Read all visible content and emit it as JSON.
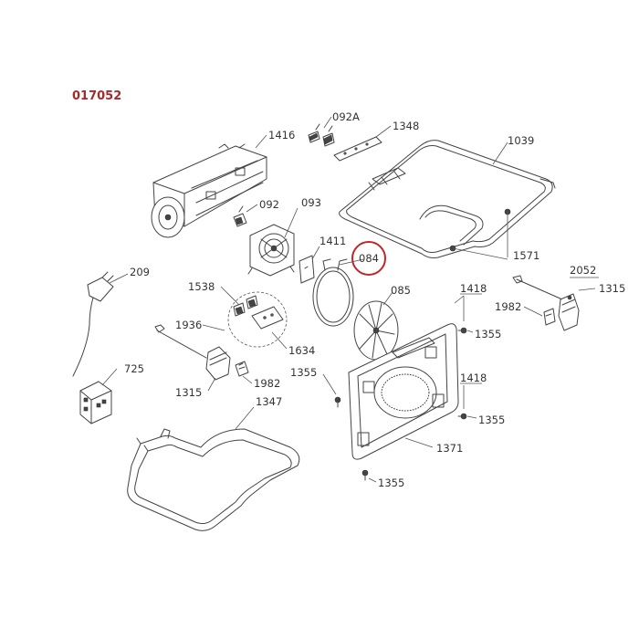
{
  "diagram_code": "017052",
  "highlight_color": "#c0262d",
  "labels": {
    "p092A": "092A",
    "p1348": "1348",
    "p1416": "1416",
    "p1039": "1039",
    "p092": "092",
    "p093": "093",
    "p1411": "1411",
    "p084": "084",
    "p1571": "1571",
    "p209": "209",
    "p1538": "1538",
    "p085": "085",
    "p1418a": "1418",
    "p2052": "2052",
    "p1315a": "1315",
    "p1982a": "1982",
    "p1936": "1936",
    "p1634": "1634",
    "p1355a": "1355",
    "p725": "725",
    "p1355b": "1355",
    "p1982b": "1982",
    "p1315b": "1315",
    "p1347": "1347",
    "p1418b": "1418",
    "p1355c": "1355",
    "p1371": "1371",
    "p1355d": "1355"
  },
  "highlighted_part": "084"
}
